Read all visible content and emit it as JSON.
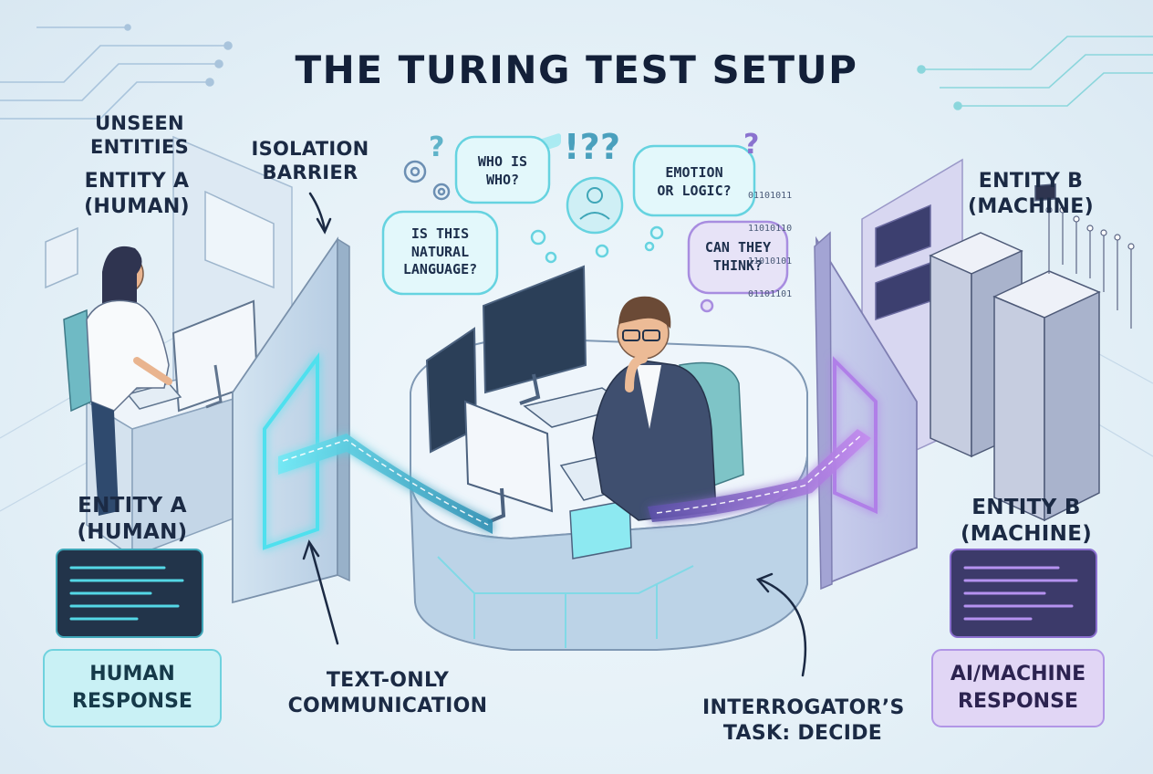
{
  "title": "THE TURING TEST SETUP",
  "labels": {
    "unseen_entities_line1": "UNSEEN",
    "unseen_entities_line2": "ENTITIES",
    "entity_a_top_line1": "ENTITY A",
    "entity_a_top_line2": "(HUMAN)",
    "isolation_line1": "ISOLATION",
    "isolation_line2": "BARRIER",
    "entity_b_top_line1": "ENTITY B",
    "entity_b_top_line2": "(MACHINE)",
    "entity_a_bottom_line1": "ENTITY A",
    "entity_a_bottom_line2": "(HUMAN)",
    "entity_b_bottom_line1": "ENTITY B",
    "entity_b_bottom_line2": "(MACHINE)",
    "text_only_line1": "TEXT-ONLY",
    "text_only_line2": "COMMUNICATION",
    "interrogator_line1": "INTERROGATOR’S",
    "interrogator_line2": "TASK: DECIDE"
  },
  "bubbles": {
    "who_line1": "WHO IS",
    "who_line2": "WHO?",
    "natural_line1": "IS THIS",
    "natural_line2": "NATURAL",
    "natural_line3": "LANGUAGE?",
    "emotion_line1": "EMOTION",
    "emotion_line2": "OR LOGIC?",
    "think_line1": "CAN THEY",
    "think_line2": "THINK?"
  },
  "symbols": {
    "q1": "?",
    "q2": "!??",
    "q3": "?"
  },
  "binary_lines": [
    "01101011",
    "11010110",
    "11010101",
    "01101101"
  ],
  "responses": {
    "human_line1": "HUMAN",
    "human_line2": "RESPONSE",
    "machine_line1": "AI/MACHINE",
    "machine_line2": "RESPONSE"
  },
  "colors": {
    "human_accent": "#3fd6e6",
    "machine_accent": "#9b6fe0",
    "human_box_bg": "#c9f1f5",
    "machine_box_bg": "#e1d6f5",
    "terminal_bg": "#22344a"
  }
}
